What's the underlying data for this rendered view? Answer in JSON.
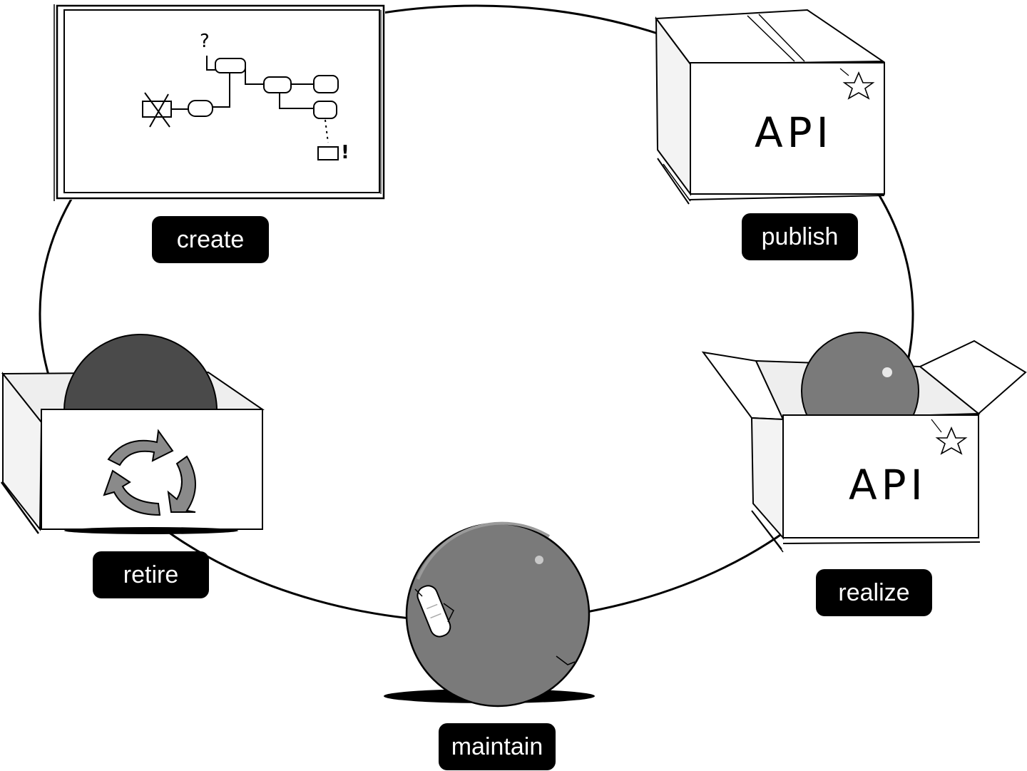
{
  "stages": {
    "create": "create",
    "publish": "publish",
    "realize": "realize",
    "maintain": "maintain",
    "retire": "retire"
  },
  "box_text": {
    "publish": "API",
    "realize": "API"
  },
  "whiteboard_marks": {
    "question": "?",
    "exclaim": "!"
  },
  "colors": {
    "label_bg": "#000000",
    "label_text": "#ffffff",
    "ball": "#7a7a7a",
    "ball_dark": "#4a4a4a",
    "recycle": "#8a8a8a"
  },
  "icons": [
    "whiteboard-icon",
    "api-box-closed-icon",
    "api-box-open-icon",
    "bandaged-ball-icon",
    "recycle-box-icon"
  ]
}
